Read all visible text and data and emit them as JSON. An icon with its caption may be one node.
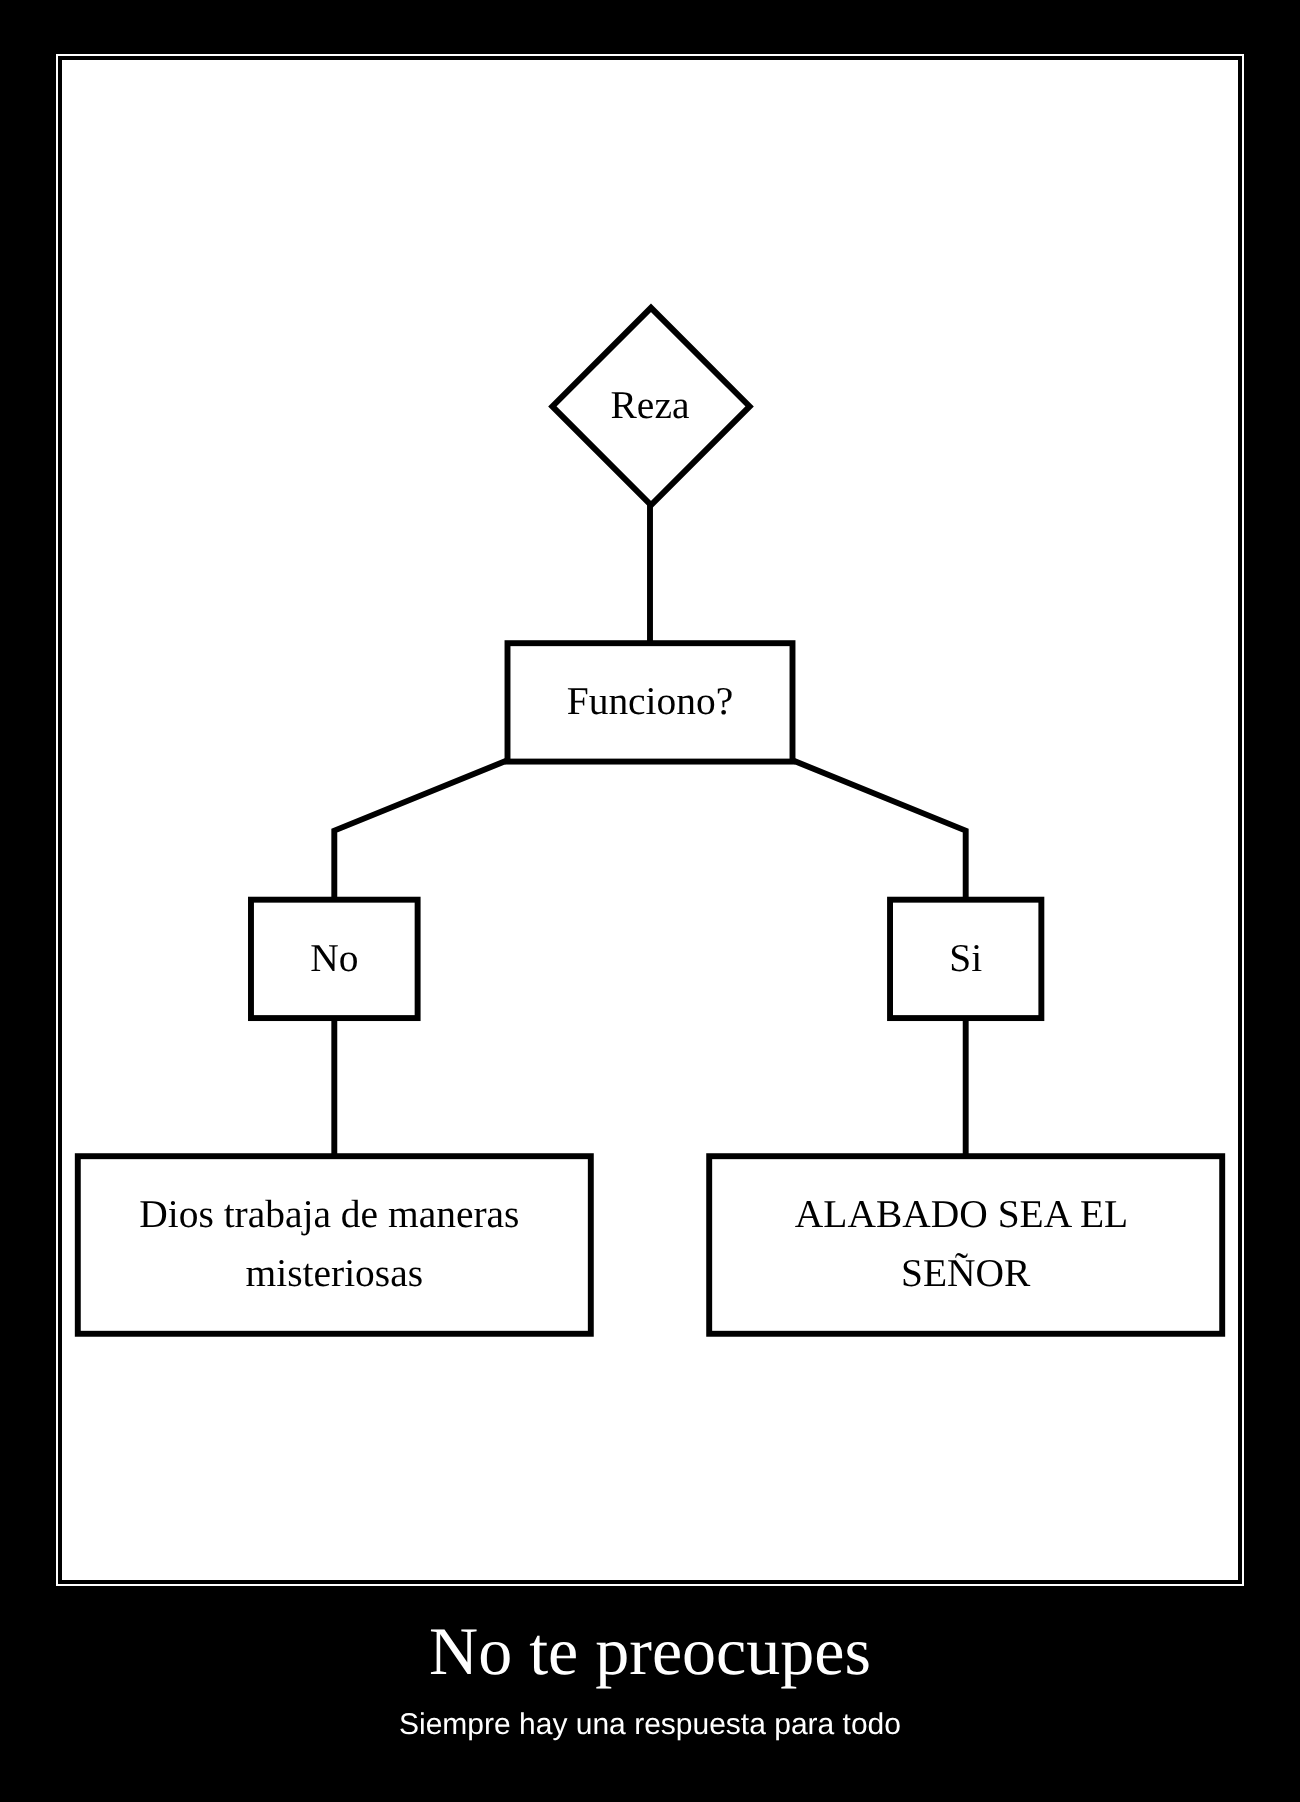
{
  "diagram": {
    "title": "No te preocupes",
    "caption": "Siempre hay una respuesta para todo",
    "nodes": [
      {
        "text": [
          "Reza"
        ]
      },
      {
        "text": [
          "Funciono?"
        ]
      },
      {
        "text": [
          "No"
        ]
      },
      {
        "text": [
          "Si"
        ]
      },
      {
        "text": [
          "Dios trabaja de maneras misteriosas"
        ]
      },
      {
        "text": [
          "ALABADO SEA EL SEÑOR"
        ]
      }
    ],
    "edges": [
      {
        "from": 0,
        "to": 1,
        "arrow": "none"
      },
      {
        "from": 1,
        "to": 2,
        "arrow": "none"
      },
      {
        "from": 1,
        "to": 3,
        "arrow": "none"
      },
      {
        "from": 2,
        "to": 4,
        "arrow": "none"
      },
      {
        "from": 3,
        "to": 5,
        "arrow": "none"
      }
    ]
  }
}
